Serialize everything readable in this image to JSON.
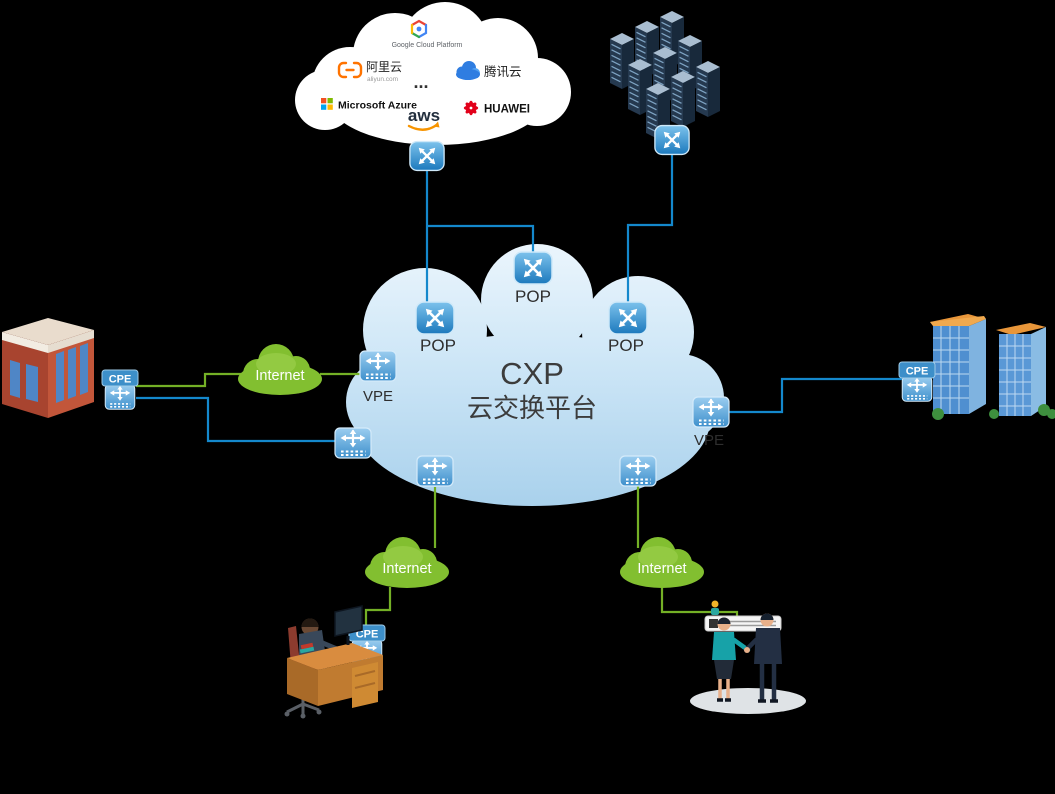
{
  "diagram": {
    "title": "CXP",
    "subtitle": "云交换平台"
  },
  "pop_labels": {
    "top": "POP",
    "left": "POP",
    "right": "POP"
  },
  "vpe_labels": {
    "left": "VPE",
    "right": "VPE"
  },
  "cpe_labels": {
    "left": "CPE",
    "right": "CPE",
    "bottom": "CPE"
  },
  "internet_labels": {
    "left": "Internet",
    "bottom_left": "Internet",
    "bottom_right": "Internet"
  },
  "multicloud_providers": {
    "google": "Google Cloud Platform",
    "alibaba": "阿里云",
    "alibaba_domain": "aliyun.com",
    "ellipsis": "...",
    "tencent": "腾讯云",
    "azure": "Microsoft Azure",
    "aws": "aws",
    "huawei": "HUAWEI"
  },
  "colors": {
    "background": "#000000",
    "link_blue": "#1488cc",
    "link_green": "#74b026",
    "main_cloud_light": "#eef7fd",
    "main_cloud_dark": "#a9d1ec",
    "internet_cloud": "#82bf30",
    "router_blue": "#1c79bd",
    "switch_blue": "#3e90cc",
    "cpe_tag_blue": "#3d8fc9",
    "huawei_red": "#e2001a",
    "aws_orange": "#f79400",
    "tencent_blue": "#2f7de1",
    "alibaba_orange": "#ff7300"
  }
}
